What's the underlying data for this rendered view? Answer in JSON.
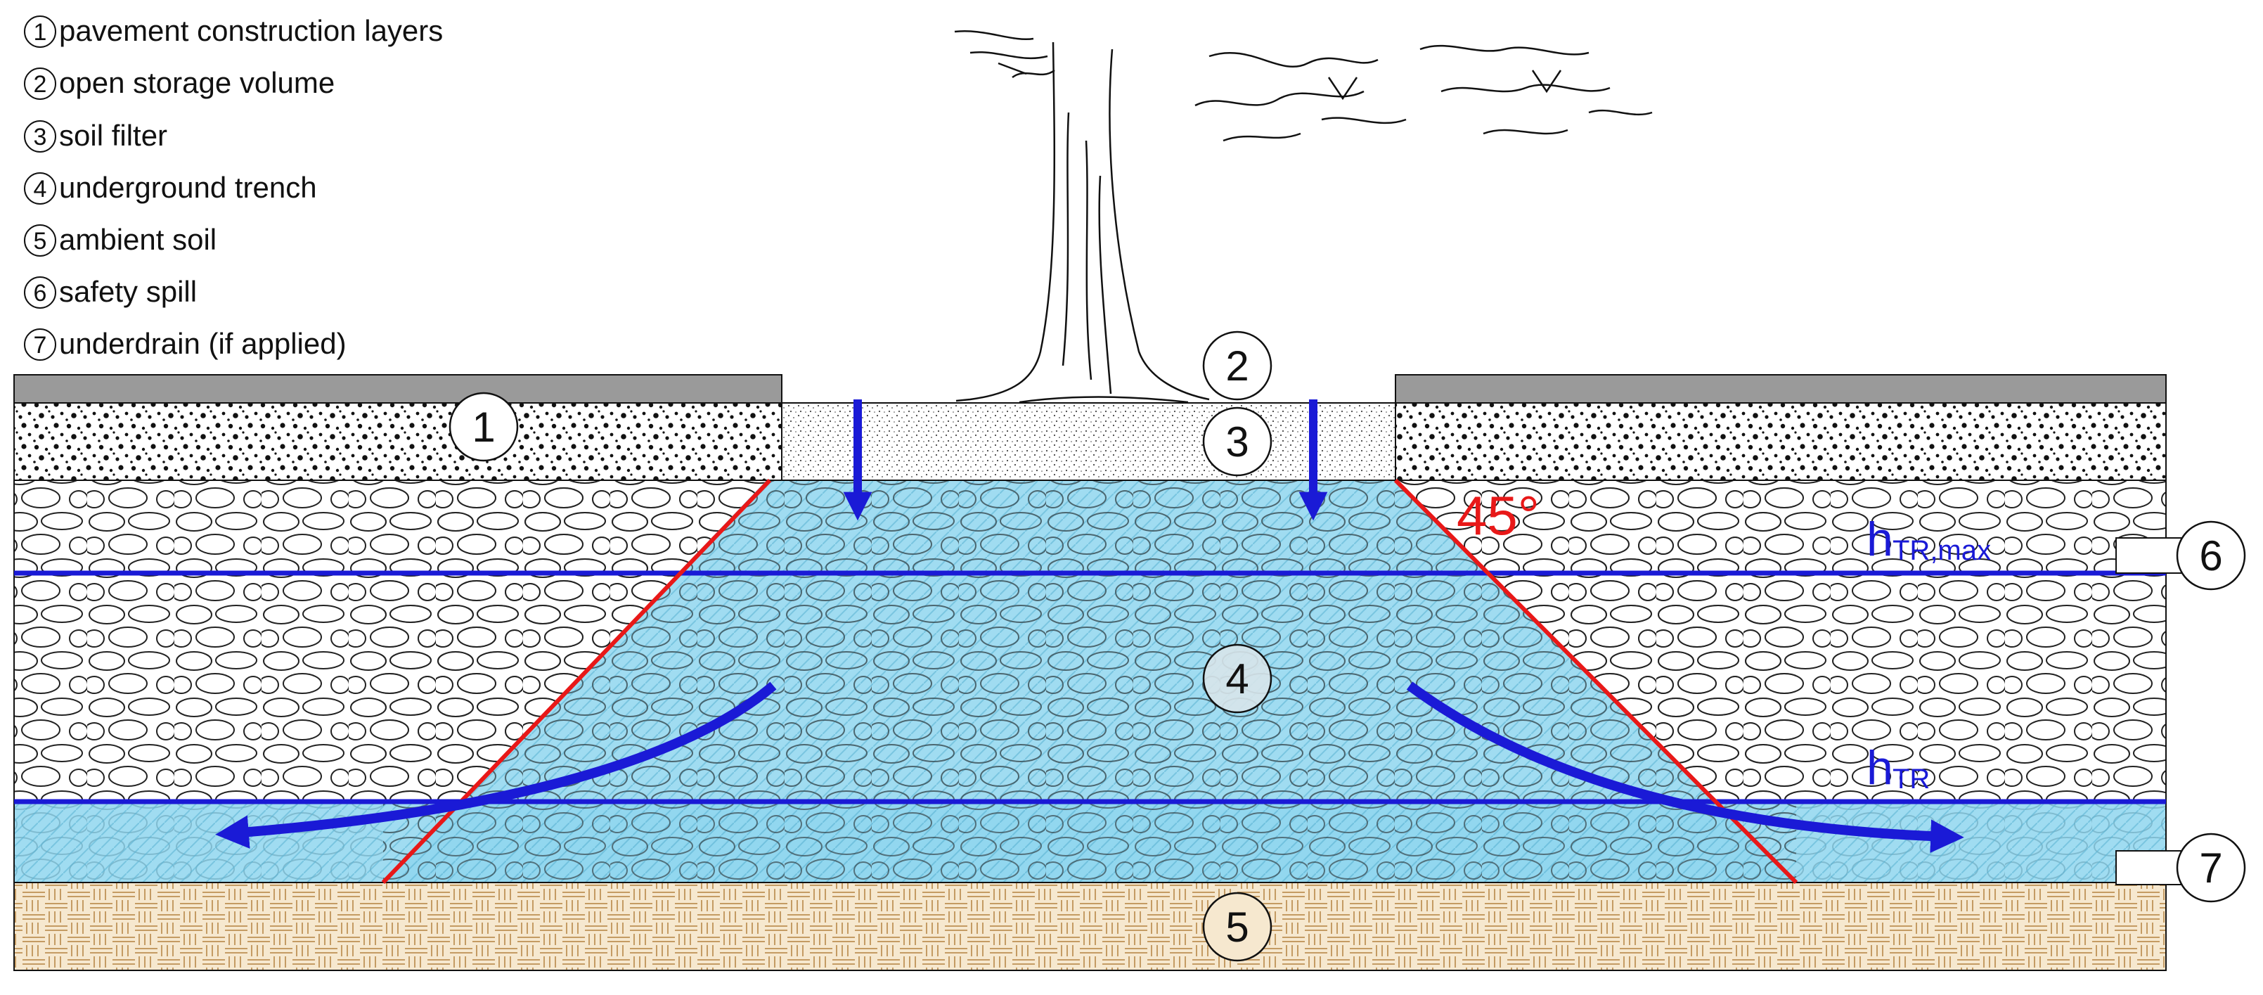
{
  "legend": {
    "items": [
      {
        "num": "1",
        "label": "pavement construction layers"
      },
      {
        "num": "2",
        "label": "open storage volume"
      },
      {
        "num": "3",
        "label": "soil filter"
      },
      {
        "num": "4",
        "label": "underground trench"
      },
      {
        "num": "5",
        "label": "ambient soil"
      },
      {
        "num": "6",
        "label": "safety spill"
      },
      {
        "num": "7",
        "label": "underdrain (if applied)"
      }
    ]
  },
  "callouts": {
    "c1": "1",
    "c2": "2",
    "c3": "3",
    "c4": "4",
    "c5": "5",
    "c6": "6",
    "c7": "7"
  },
  "annotations": {
    "angle": "45°",
    "h_tr_max_main": "h",
    "h_tr_max_sub": "TR,max",
    "h_tr_main": "h",
    "h_tr_sub": "TR"
  },
  "colors": {
    "water": "#8fd6ee",
    "water_line": "#1a1ad6",
    "slope_line": "#e81818",
    "pavement_top": "#9a9a9a",
    "ambient_soil": "#f6e8cf",
    "soil_hatch": "#c49b63"
  }
}
